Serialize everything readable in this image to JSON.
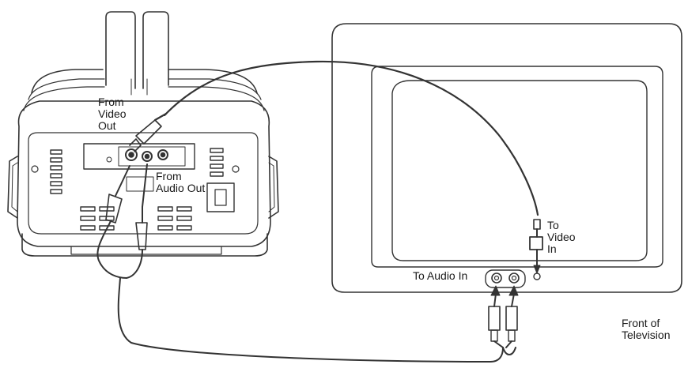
{
  "labels": {
    "from_video_out": "From\nVideo\nOut",
    "from_audio_out": "From\nAudio Out",
    "to_video_in": "To\nVideo\nIn",
    "to_audio_in": "To Audio In",
    "front_of_television": "Front of\nTelevision"
  },
  "colors": {
    "line": "#333333",
    "background": "#ffffff"
  }
}
